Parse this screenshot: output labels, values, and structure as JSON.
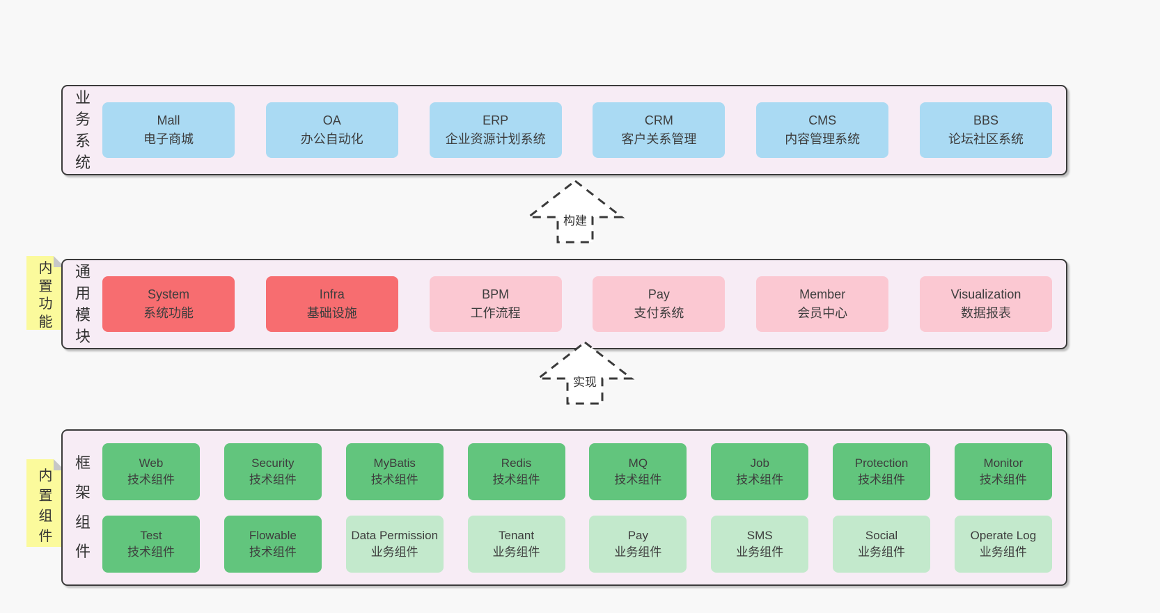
{
  "colors": {
    "page-bg": "#f8f8f8",
    "band-bg": "#f7ecf5",
    "band-border": "#3b3b3b",
    "blue": "#aadaf3",
    "red": "#f76d70",
    "pink": "#fbc8d2",
    "green": "#62c57d",
    "lightgreen": "#c3e9cc",
    "sticky": "#fbfa9c",
    "sticky-fold": "#c7c7c7",
    "text": "#3d3d3d"
  },
  "stickies": [
    {
      "label": "内置功能"
    },
    {
      "label": "内置组件"
    }
  ],
  "arrows": [
    {
      "label": "构建"
    },
    {
      "label": "实现"
    }
  ],
  "bands": [
    {
      "label": "业务系统",
      "boxes": [
        {
          "name": "Mall",
          "desc": "电子商城"
        },
        {
          "name": "OA",
          "desc": "办公自动化"
        },
        {
          "name": "ERP",
          "desc": "企业资源计划系统"
        },
        {
          "name": "CRM",
          "desc": "客户关系管理"
        },
        {
          "name": "CMS",
          "desc": "内容管理系统"
        },
        {
          "name": "BBS",
          "desc": "论坛社区系统"
        }
      ]
    },
    {
      "label": "通用模块",
      "boxes": [
        {
          "name": "System",
          "desc": "系统功能"
        },
        {
          "name": "Infra",
          "desc": "基础设施"
        },
        {
          "name": "BPM",
          "desc": "工作流程"
        },
        {
          "name": "Pay",
          "desc": "支付系统"
        },
        {
          "name": "Member",
          "desc": "会员中心"
        },
        {
          "name": "Visualization",
          "desc": "数据报表"
        }
      ]
    },
    {
      "label": "框架组件",
      "rows": [
        [
          {
            "name": "Web",
            "desc": "技术组件"
          },
          {
            "name": "Security",
            "desc": "技术组件"
          },
          {
            "name": "MyBatis",
            "desc": "技术组件"
          },
          {
            "name": "Redis",
            "desc": "技术组件"
          },
          {
            "name": "MQ",
            "desc": "技术组件"
          },
          {
            "name": "Job",
            "desc": "技术组件"
          },
          {
            "name": "Protection",
            "desc": "技术组件"
          },
          {
            "name": "Monitor",
            "desc": "技术组件"
          }
        ],
        [
          {
            "name": "Test",
            "desc": "技术组件"
          },
          {
            "name": "Flowable",
            "desc": "技术组件"
          },
          {
            "name": "Data Permission",
            "desc": "业务组件"
          },
          {
            "name": "Tenant",
            "desc": "业务组件"
          },
          {
            "name": "Pay",
            "desc": "业务组件"
          },
          {
            "name": "SMS",
            "desc": "业务组件"
          },
          {
            "name": "Social",
            "desc": "业务组件"
          },
          {
            "name": "Operate Log",
            "desc": "业务组件"
          }
        ]
      ]
    }
  ]
}
